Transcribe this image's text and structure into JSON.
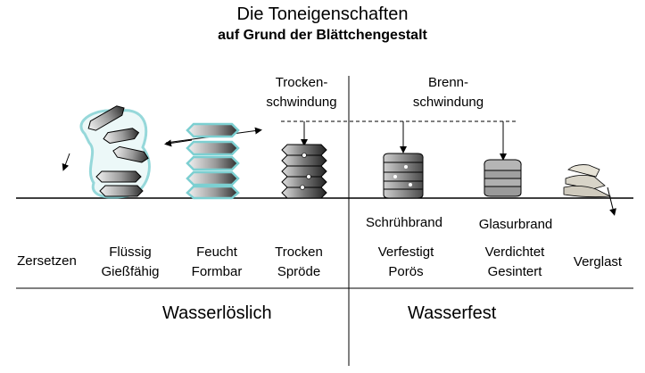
{
  "title": "Die Toneigenschaften",
  "subtitle": "auf Grund der Blättchengestalt",
  "annotations": {
    "trocken_line1": "Trocken-",
    "trocken_line2": "schwindung",
    "brenn_line1": "Brenn-",
    "brenn_line2": "schwindung"
  },
  "firing_labels": {
    "schruehbrand": "Schrühbrand",
    "glasurbrand": "Glasurbrand"
  },
  "states": [
    {
      "line1": "Zersetzen",
      "line2": ""
    },
    {
      "line1": "Flüssig",
      "line2": "Gießfähig"
    },
    {
      "line1": "Feucht",
      "line2": "Formbar"
    },
    {
      "line1": "Trocken",
      "line2": "Spröde"
    },
    {
      "line1": "Verfestigt",
      "line2": "Porös"
    },
    {
      "line1": "Verdichtet",
      "line2": "Gesintert"
    },
    {
      "line1": "Verglast",
      "line2": ""
    }
  ],
  "categories": {
    "left": "Wasserlöslich",
    "right": "Wasserfest"
  },
  "colors": {
    "water": "#7ccfd1",
    "platelet_dark": "#3a3a3a",
    "platelet_light": "#e8e8e8",
    "sintered": "#a8a8a8",
    "glass": "#d8d4c8"
  }
}
